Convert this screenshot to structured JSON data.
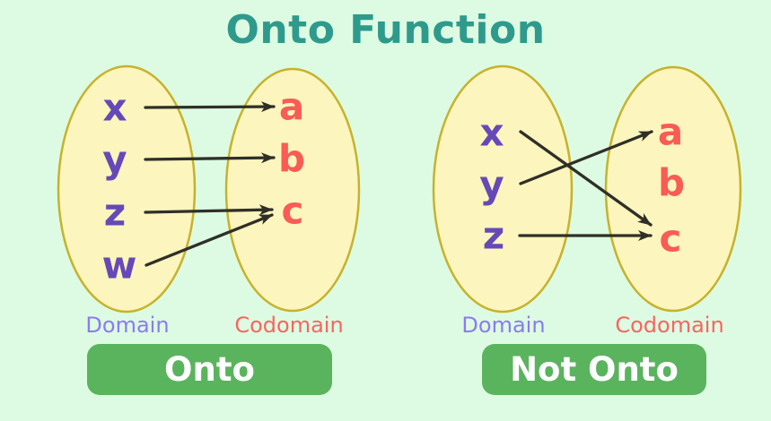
{
  "title": "Onto Function",
  "colors": {
    "background": "#ddfbe3",
    "title": "#2e9a8c",
    "ellipse_fill": "#fcf5bd",
    "ellipse_stroke": "#c7b22c",
    "domain_element": "#6649b8",
    "codomain_element": "#f95b55",
    "domain_label": "#8a7bf3",
    "codomain_label": "#f9655f",
    "arrow": "#2f2f28",
    "button_bg": "#5ab45e",
    "button_text": "#ffffff"
  },
  "left": {
    "domain_label": "Domain",
    "codomain_label": "Codomain",
    "domain": [
      "x",
      "y",
      "z",
      "w"
    ],
    "codomain": [
      "a",
      "b",
      "c"
    ],
    "mappings": [
      {
        "from": "x",
        "to": "a"
      },
      {
        "from": "y",
        "to": "b"
      },
      {
        "from": "z",
        "to": "c"
      },
      {
        "from": "w",
        "to": "c"
      }
    ],
    "button": "Onto"
  },
  "right": {
    "domain_label": "Domain",
    "codomain_label": "Codomain",
    "domain": [
      "x",
      "y",
      "z"
    ],
    "codomain": [
      "a",
      "b",
      "c"
    ],
    "mappings": [
      {
        "from": "x",
        "to": "c"
      },
      {
        "from": "y",
        "to": "a"
      },
      {
        "from": "z",
        "to": "c"
      }
    ],
    "button": "Not Onto"
  }
}
